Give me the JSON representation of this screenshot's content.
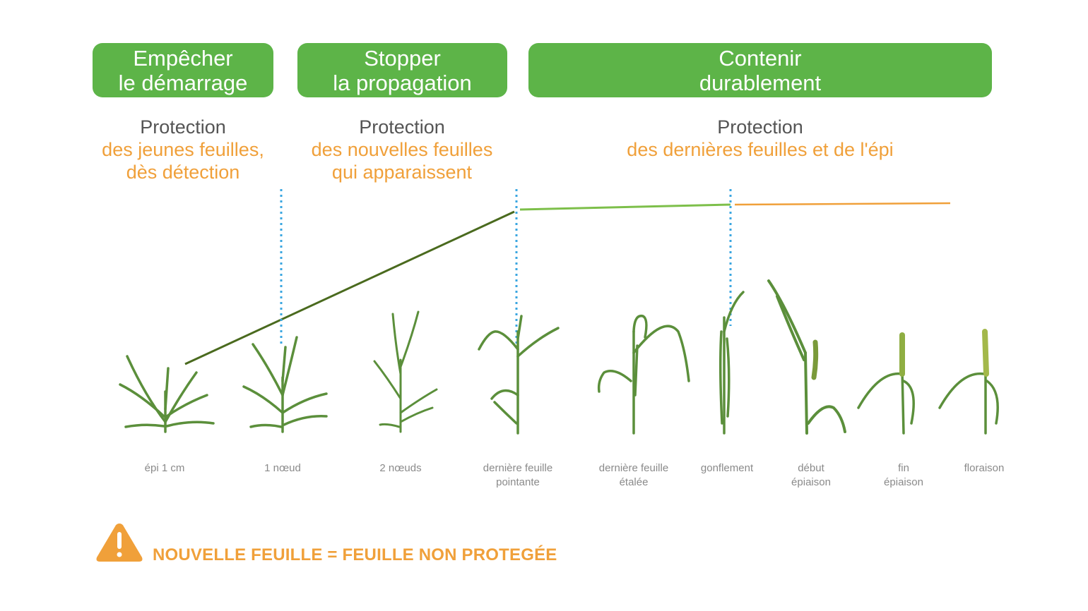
{
  "phases": [
    {
      "line1": "Empêcher",
      "line2": "le démarrage"
    },
    {
      "line1": "Stopper",
      "line2": "la propagation"
    },
    {
      "line1": "Contenir",
      "line2": "durablement"
    }
  ],
  "protections": [
    {
      "head": "Protection",
      "sub1": "des jeunes feuilles,",
      "sub2": "dès détection"
    },
    {
      "head": "Protection",
      "sub1": "des nouvelles feuilles",
      "sub2": "qui apparaissent"
    },
    {
      "head": "Protection",
      "sub1": "des dernières feuilles et de l'épi",
      "sub2": ""
    }
  ],
  "stages": [
    {
      "line1": "épi 1 cm",
      "line2": ""
    },
    {
      "line1": "1 nœud",
      "line2": ""
    },
    {
      "line1": "2 nœuds",
      "line2": ""
    },
    {
      "line1": "dernière feuille",
      "line2": "pointante"
    },
    {
      "line1": "dernière feuille",
      "line2": "étalée"
    },
    {
      "line1": "gonflement",
      "line2": ""
    },
    {
      "line1": "début",
      "line2": "épiaison"
    },
    {
      "line1": "fin",
      "line2": "épiaison"
    },
    {
      "line1": "floraison",
      "line2": ""
    }
  ],
  "warning": {
    "text": "NOUVELLE FEUILLE = FEUILLE NON PROTEGÉE",
    "icon": "warning-triangle-icon"
  },
  "colors": {
    "phase_green": "#5db448",
    "orange": "#f0a03a",
    "dark_green_line": "#4a6a1e",
    "light_green_line": "#7dbf4a",
    "divider_blue": "#3aa6e0",
    "plant_green": "#5b8f3b"
  }
}
